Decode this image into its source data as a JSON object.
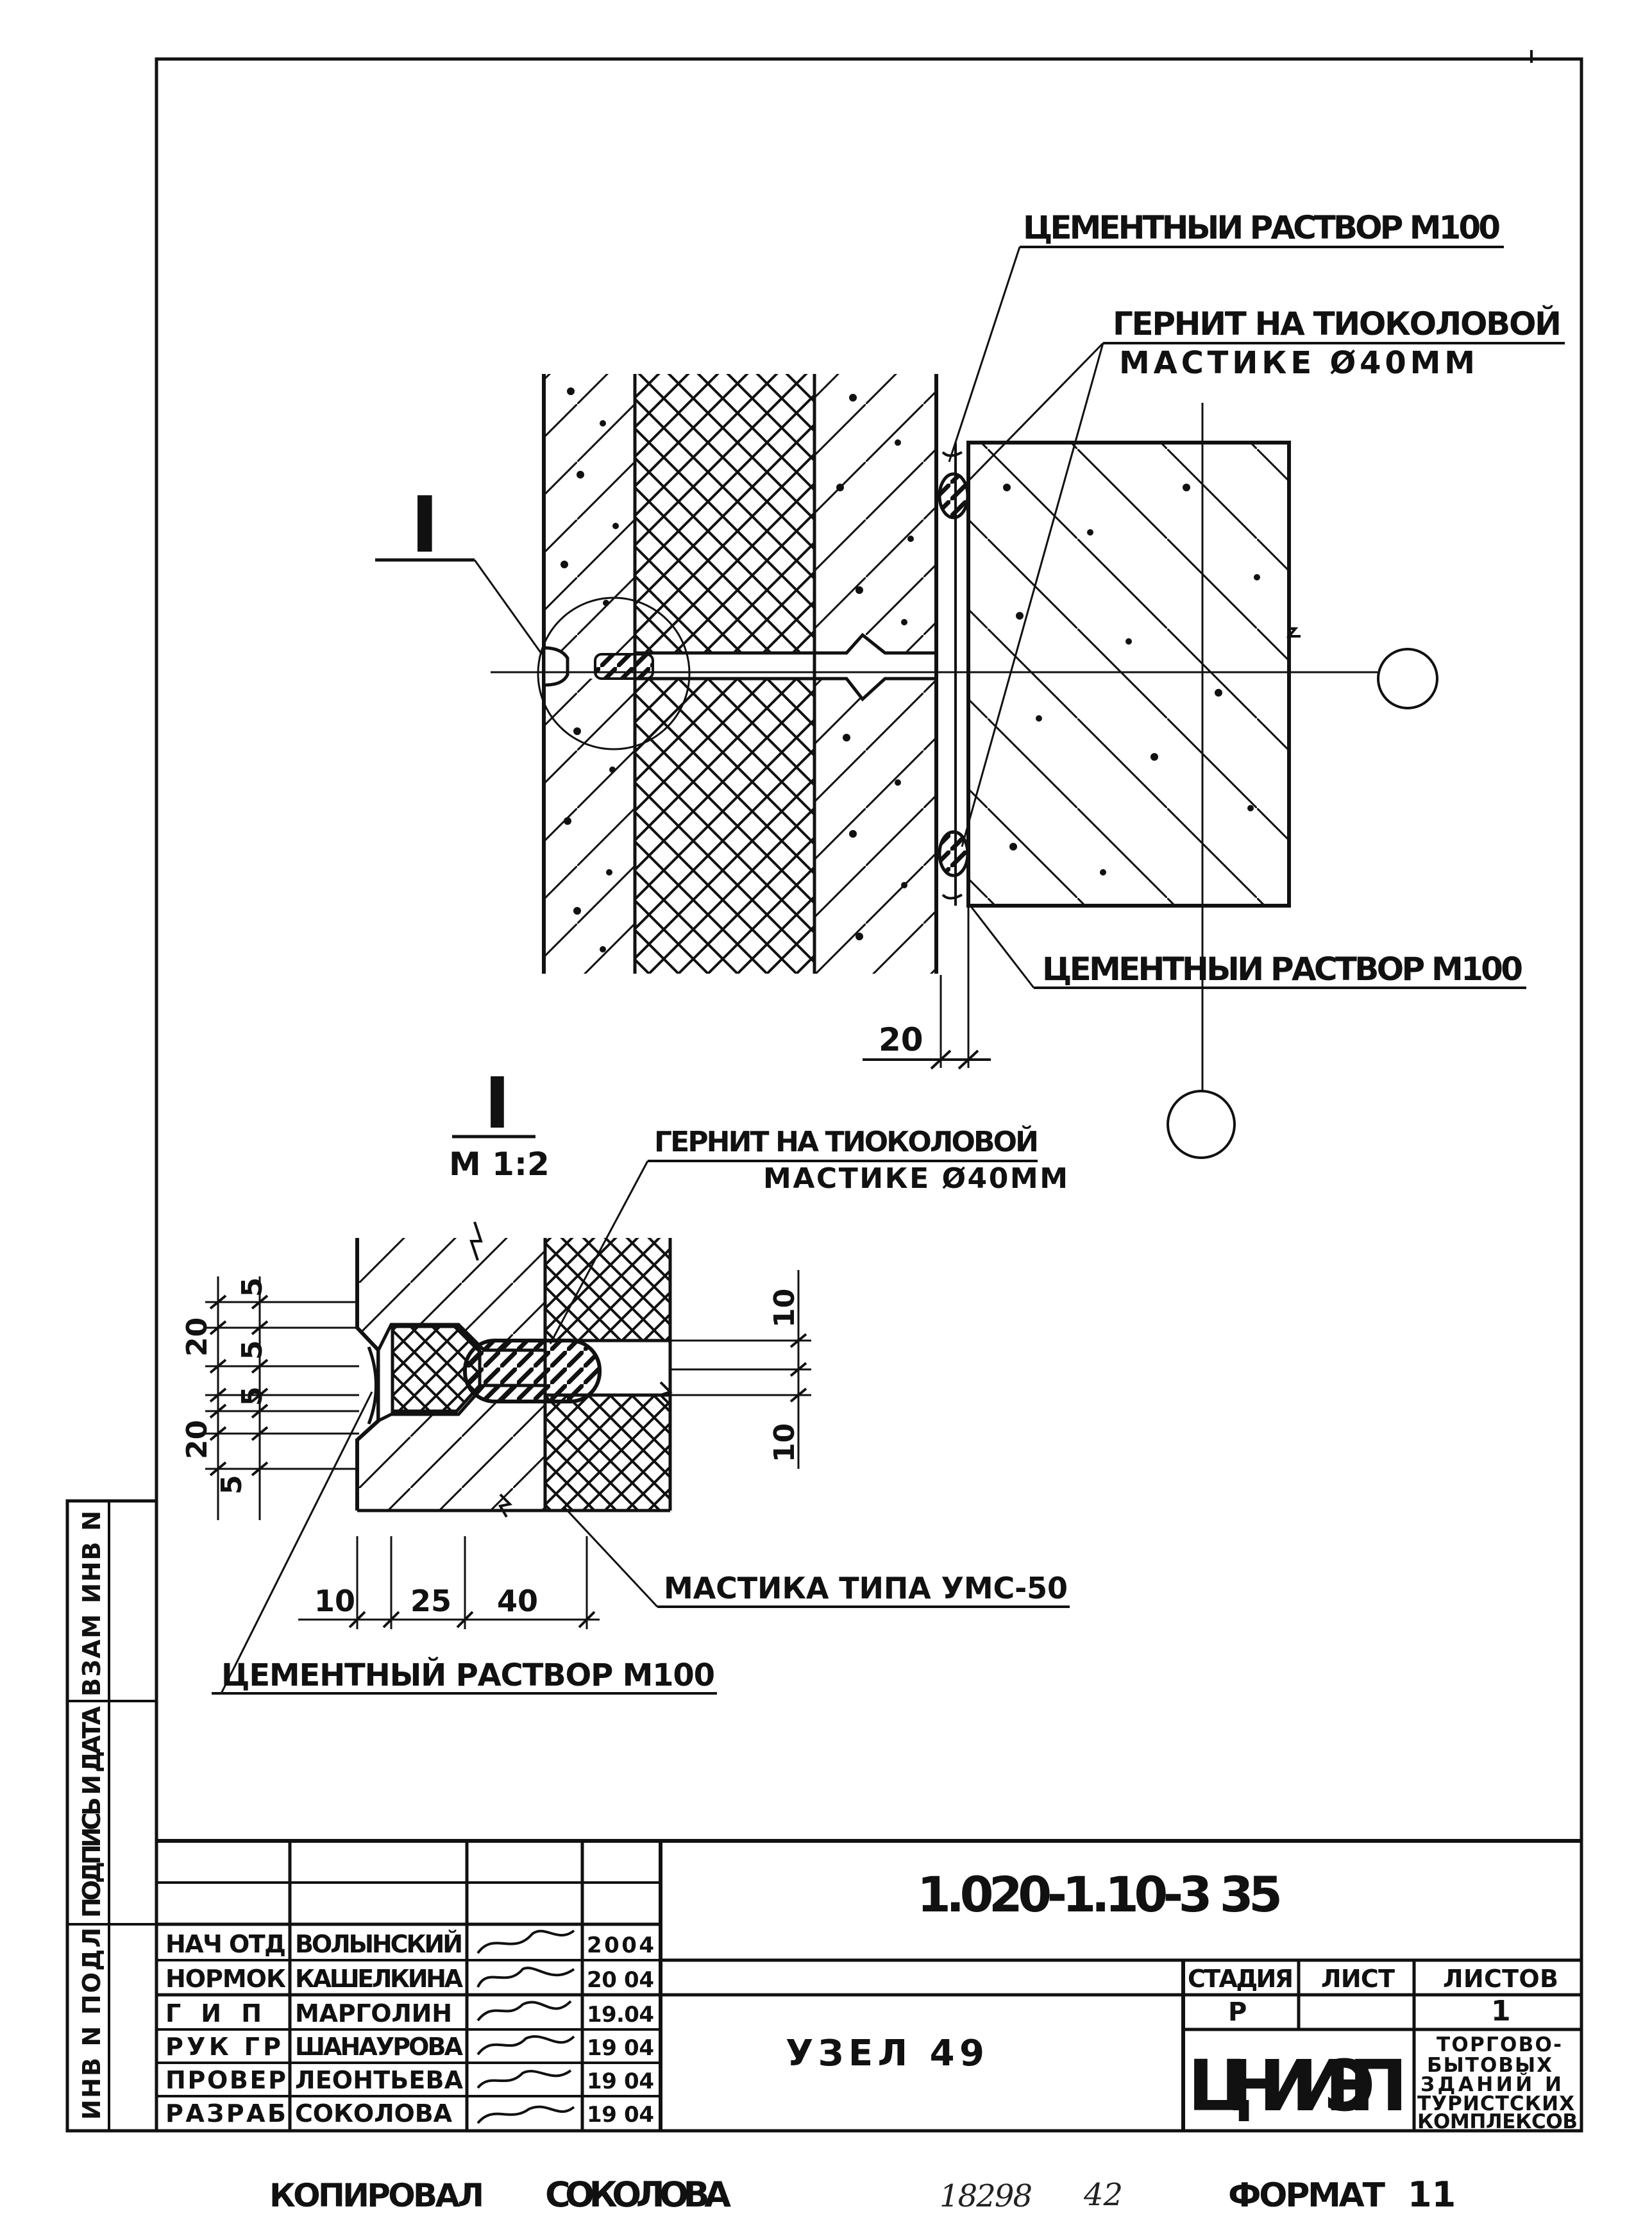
{
  "labels": {
    "top_mortar": "ЦЕМЕНТНЫИ РАСТВОР М100",
    "gernit_line1": "ГЕРНИТ НА ТИОКОЛОВОЙ",
    "gernit_line2": "МАСТИКЕ Ø40ММ",
    "section_mark": "I",
    "bottom_mortar": "ЦЕМЕНТНЫИ РАСТВОР М100",
    "dim_20": "20"
  },
  "detail": {
    "title": "I",
    "scale": "М 1:2",
    "gernit_line1": "ГЕРНИТ НА ТИОКОЛОВОЙ",
    "gernit_line2": "МАСТИКЕ Ø40ММ",
    "mastic": "МАСТИКА ТИПА УМС-50",
    "mortar": "ЦЕМЕНТНЫЙ РАСТВОР М100",
    "left_dims": [
      "5",
      "20",
      "5",
      "5",
      "20",
      "5"
    ],
    "right_dims": [
      "10",
      "10"
    ],
    "bottom_dims": [
      "10",
      "25",
      "40"
    ]
  },
  "side_stamps": [
    "ИНВ N ПОДЛ",
    "ПОДПИСЬ И ДАТА",
    "ВЗАМ ИНВ N"
  ],
  "title_block": {
    "code": "1.020-1.10-3 35",
    "name": "УЗЕЛ 49",
    "rows": [
      {
        "role": "НАЧ ОТД",
        "name": "ВОЛЫНСКИЙ",
        "date": "2004"
      },
      {
        "role": "НОРМОК",
        "name": "КАШЕЛКИНА",
        "date": "20 04"
      },
      {
        "role": "ГИП",
        "name": "МАРГОЛИН",
        "date": "19.04"
      },
      {
        "role": "РУК ГР",
        "name": "ШАНАУРОВА",
        "date": "19 04"
      },
      {
        "role": "ПРОВЕР",
        "name": "ЛЕОНТЬЕВА",
        "date": "19 04"
      },
      {
        "role": "РАЗРАБ",
        "name": "СОКОЛОВА",
        "date": "19 04"
      }
    ],
    "stage_header": "СТАДИЯ",
    "sheet_header": "ЛИСТ",
    "sheets_header": "ЛИСТОВ",
    "stage": "Р",
    "sheets": "1",
    "org": "ЦНИИЭП",
    "org_desc": [
      "ТОРГОВО-",
      "БЫТОВЫХ",
      "ЗДАНИЙ И",
      "ТУРИСТСКИХ",
      "КОМПЛЕКСОВ"
    ]
  },
  "footer": {
    "copied_label": "КОПИРОВАЛ",
    "copied_by": "СОКОЛОВА",
    "inv_no": "18298",
    "inv_sheet": "42",
    "format_label": "ФОРМАТ",
    "format_value": "11"
  }
}
